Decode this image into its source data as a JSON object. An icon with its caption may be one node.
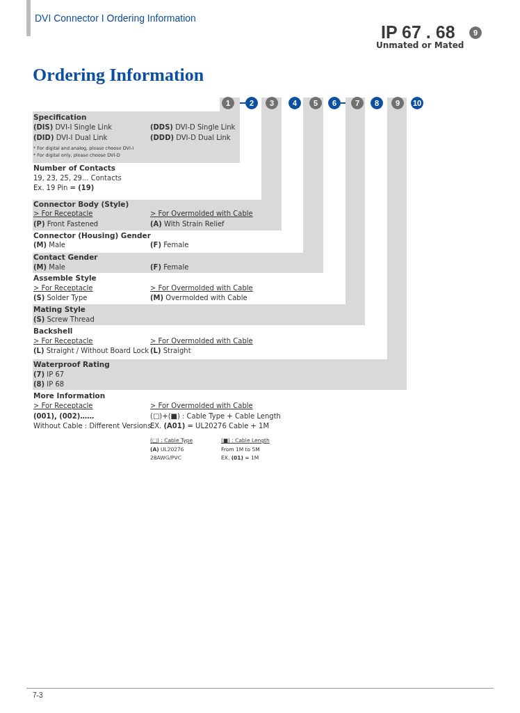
{
  "diagram": {
    "title": "Ordering Information",
    "nodes": [
      {
        "text": [
          "9"
        ]
      },
      {
        "text": [
          "1"
        ]
      },
      {
        "text": [
          "2"
        ]
      },
      {
        "text": [
          "3"
        ]
      },
      {
        "text": [
          "4"
        ]
      },
      {
        "text": [
          "5"
        ]
      },
      {
        "text": [
          "6"
        ]
      },
      {
        "text": [
          "7"
        ]
      },
      {
        "text": [
          "8"
        ]
      },
      {
        "text": [
          "9"
        ]
      },
      {
        "text": [
          "10"
        ]
      },
      {
        "text": [
          "Specification",
          "**(DIS)** DVI-I Single Link",
          "**(DDS)** DVI-D Single Link",
          "**(DID)** DVI-I Dual Link",
          "**(DDD)** DVI-D Dual Link",
          "* For digital and analog, please choose DVI-I",
          "* For digital only, please choose DVI-D"
        ]
      },
      {
        "text": [
          "Number of Contacts",
          "19, 23, 25, 29... Contacts",
          "Ex. 19 Pin = **(19)**"
        ]
      },
      {
        "text": [
          "Connector Body (Style)",
          "> For Receptacle",
          "> For Overmolded with Cable",
          "**(P)** Front Fastened",
          "**(A)** With Strain Relief"
        ]
      },
      {
        "text": [
          "Connector (Housing) Gender",
          "**(M)** Male",
          "**(F)** Female"
        ]
      },
      {
        "text": [
          "Contact Gender",
          "**(M)** Male",
          "**(F)** Female"
        ]
      },
      {
        "text": [
          "Assemble Style",
          "> For Receptacle",
          "> For Overmolded with Cable",
          "**(S)** Solder Type",
          "**(M)** Overmolded with Cable"
        ]
      },
      {
        "text": [
          "Mating Style",
          "**(S)** Screw Thread"
        ]
      },
      {
        "text": [
          "Backshell",
          "> For Receptacle",
          "> For Overmolded with Cable",
          "**(L)** Straight / Without Board Lock",
          "**(L)** Straight"
        ]
      },
      {
        "text": [
          "Waterproof Rating",
          "**(7)** IP 67",
          "**(8)** IP 68"
        ]
      },
      {
        "text": [
          "More Information",
          "> For Receptacle",
          "> For Overmolded with Cable",
          "(001), (002)……",
          "(□)+(■) : Cable Type + Cable Length",
          "Without Cable : Different Versions",
          "EX. **(A01)** = UL20276 Cable + 1M",
          "(□) : Cable Type",
          "(■) : Cable Length",
          "**(A)** UL20276",
          "From 1M to 5M",
          "28AWG/PVC",
          "EX. **(01)** = 1M"
        ]
      }
    ],
    "edges": [
      {
        "from": 1,
        "to": 2,
        "arrow": "none"
      },
      {
        "from": 6,
        "to": 7,
        "arrow": "none"
      }
    ],
    "labels": [
      "DVI Connector I Ordering Information",
      "IP 67 . 68",
      "Unmated or Mated",
      "7-3"
    ]
  }
}
